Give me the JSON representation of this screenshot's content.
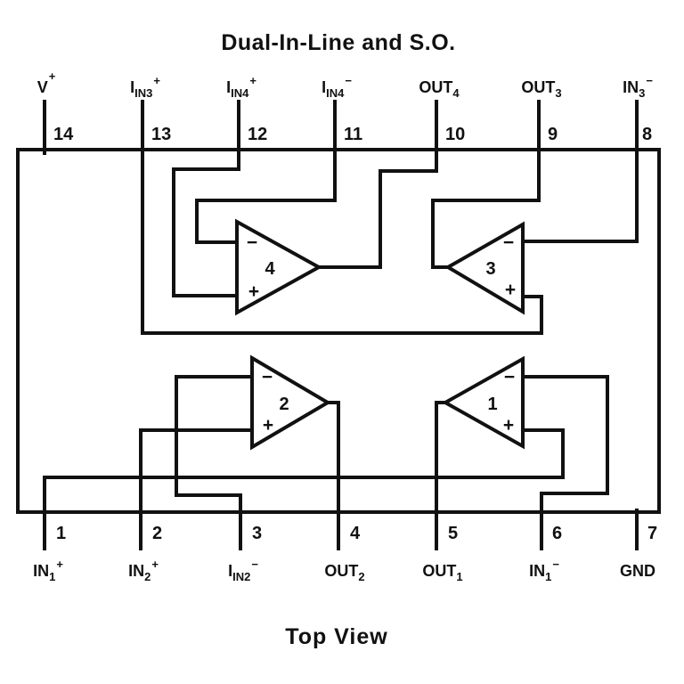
{
  "title": "Dual-In-Line and S.O.",
  "caption": "Top View",
  "colors": {
    "line": "#111111",
    "background": "#ffffff"
  },
  "package": {
    "top_pins": [
      {
        "number": "14",
        "base": "V",
        "sub": "",
        "sup": "+"
      },
      {
        "number": "13",
        "base": "I",
        "sub": "IN3",
        "sup": "+"
      },
      {
        "number": "12",
        "base": "I",
        "sub": "IN4",
        "sup": "+"
      },
      {
        "number": "11",
        "base": "I",
        "sub": "IN4",
        "sup": "−"
      },
      {
        "number": "10",
        "base": "OUT",
        "sub": "4",
        "sup": ""
      },
      {
        "number": "9",
        "base": "OUT",
        "sub": "3",
        "sup": ""
      },
      {
        "number": "8",
        "base": "IN",
        "sub": "3",
        "sup": "−"
      }
    ],
    "bottom_pins": [
      {
        "number": "1",
        "base": "IN",
        "sub": "1",
        "sup": "+"
      },
      {
        "number": "2",
        "base": "IN",
        "sub": "2",
        "sup": "+"
      },
      {
        "number": "3",
        "base": "I",
        "sub": "IN2",
        "sup": "−"
      },
      {
        "number": "4",
        "base": "OUT",
        "sub": "2",
        "sup": ""
      },
      {
        "number": "5",
        "base": "OUT",
        "sub": "1",
        "sup": ""
      },
      {
        "number": "6",
        "base": "IN",
        "sub": "1",
        "sup": "−"
      },
      {
        "number": "7",
        "base": "GND",
        "sub": "",
        "sup": ""
      }
    ],
    "opamps": [
      {
        "number": "4",
        "minus_label": "−",
        "plus_label": "+",
        "orientation": "right"
      },
      {
        "number": "3",
        "minus_label": "−",
        "plus_label": "+",
        "orientation": "left"
      },
      {
        "number": "2",
        "minus_label": "−",
        "plus_label": "+",
        "orientation": "right"
      },
      {
        "number": "1",
        "minus_label": "−",
        "plus_label": "+",
        "orientation": "left"
      }
    ]
  }
}
